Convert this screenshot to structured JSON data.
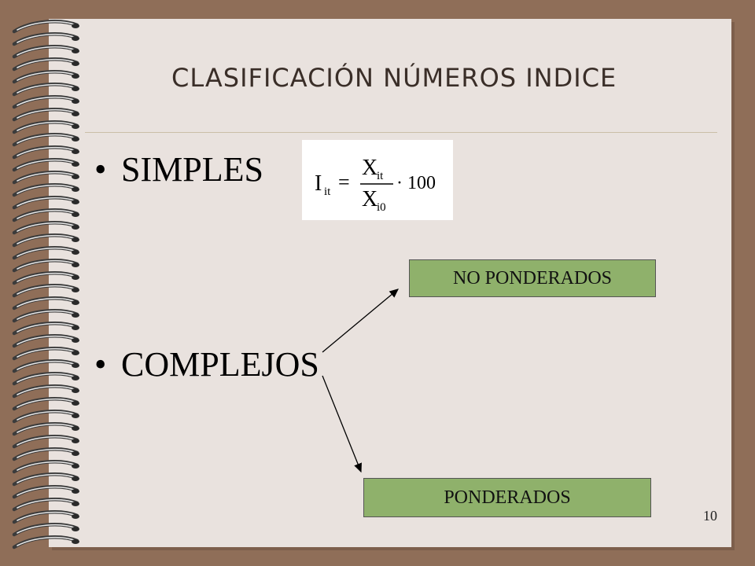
{
  "slide": {
    "title": "CLASIFICACIÓN NÚMEROS INDICE",
    "page_number": "10"
  },
  "bullets": [
    {
      "label": "SIMPLES"
    },
    {
      "label": "COMPLEJOS"
    }
  ],
  "formula": {
    "lhs_base": "I",
    "lhs_sub": "it",
    "equals": "=",
    "num_base": "X",
    "num_sub": "it",
    "den_base": "X",
    "den_sub": "i0",
    "multiplier": "· 100"
  },
  "tags": {
    "top": "NO PONDERADOS",
    "bottom": "PONDERADOS"
  },
  "colors": {
    "tag_fill": "#8fb16b",
    "page": "#e9e2de",
    "background": "#8f6e58"
  }
}
